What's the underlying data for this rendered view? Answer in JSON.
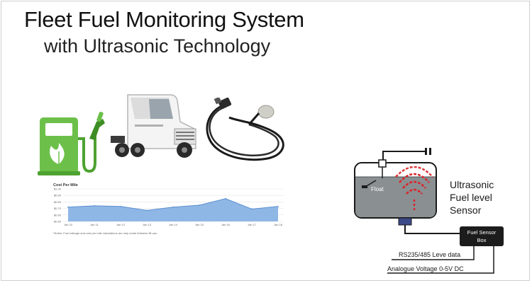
{
  "header": {
    "title": "Fleet Fuel Monitoring System",
    "subtitle": "with Ultrasonic Technology"
  },
  "chart": {
    "title": "Cost Per Mile",
    "y_ticks": [
      "$1.00",
      "$0.90",
      "$0.80",
      "$0.70",
      "$0.60",
      "$0.50"
    ],
    "x_ticks": [
      "Jan 10",
      "Jan 11",
      "Jan 12",
      "Jan 13",
      "Jan 14",
      "Jan 15",
      "Jan 16",
      "Jan 17",
      "Jan 18"
    ],
    "footnote": "*Notes: Fuel mileage and cost per mile calculations are only made between fill ups.",
    "fill_color": "#8fb7e6",
    "line_color": "#5b8fd0"
  },
  "chart_data": {
    "type": "area",
    "title": "Cost Per Mile",
    "categories": [
      "Jan 10",
      "Jan 11",
      "Jan 12",
      "Jan 13",
      "Jan 14",
      "Jan 15",
      "Jan 16",
      "Jan 17",
      "Jan 18"
    ],
    "values": [
      0.72,
      0.74,
      0.73,
      0.67,
      0.72,
      0.75,
      0.85,
      0.69,
      0.73
    ],
    "ylim": [
      0.5,
      1.0
    ],
    "grid": true,
    "legend": "none"
  },
  "sensor": {
    "label_line1": "Ultrasonic",
    "label_line2": "Fuel level",
    "label_line3": "Sensor",
    "float_label": "Float",
    "box_line1": "Fuel Sensor",
    "box_line2": "Box",
    "output1": "RS235/485 Leve data",
    "output2": "Analogue Voltage 0-5V DC",
    "wave_color": "#d9262b"
  },
  "icons": {
    "pump": "fuel-pump-icon",
    "truck": "truck-icon",
    "cable": "ultrasonic-sensor-cable-icon"
  },
  "colors": {
    "pump_green": "#6cc04a",
    "tank_fill": "#8a8f92",
    "sensor_box": "#1c1c1c"
  }
}
